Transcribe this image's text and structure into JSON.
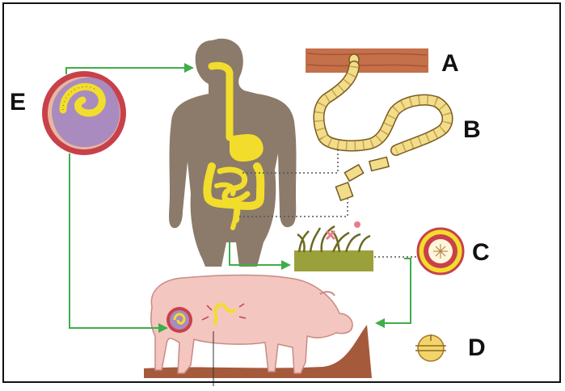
{
  "labels": {
    "a": "A",
    "b": "B",
    "c": "C",
    "d": "D",
    "e": "E"
  },
  "colors": {
    "arrow": "#3fae49",
    "body": "#8c7b6a",
    "digestive": "#f2dd2c",
    "tissue": "#c4704a",
    "cyst_ring": "#c8414a",
    "cyst_inner": "#a98bbf",
    "pig": "#f4c6c0",
    "ground": "#a65a3c",
    "grass": "#9aa13a",
    "segment": "#f1dd8a",
    "dotted": "#555555"
  }
}
